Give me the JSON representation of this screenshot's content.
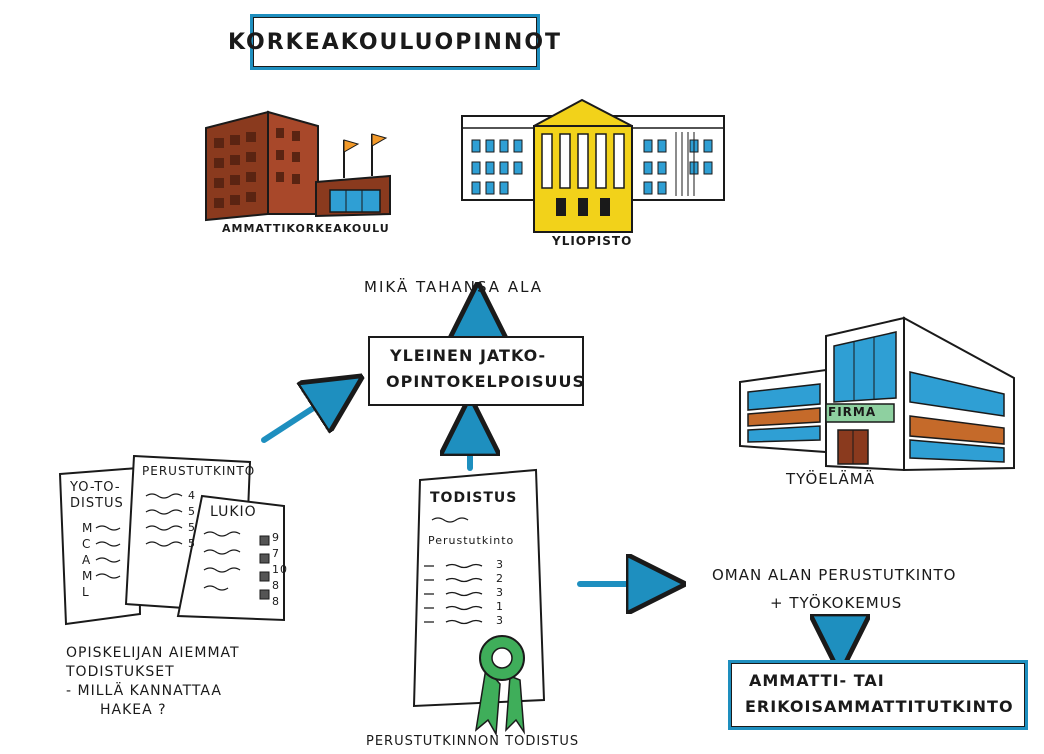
{
  "title": "KORKEAKOULUOPINNOT",
  "buildings": {
    "amk_label": "AMMATTIKORKEAKOULU",
    "uni_label": "YLIOPISTO",
    "firm_sign": "FIRMA",
    "work_label": "TYÖELÄMÄ"
  },
  "flow": {
    "any_field": "MIKÄ TAHANSA ALA",
    "eligibility_line1": "YLEINEN JATKO-",
    "eligibility_line2": "OPINTOKELPOISUUS",
    "own_field_line1": "OMAN ALAN PERUSTUTKINTO",
    "own_field_line2": "+ TYÖKOKEMUS",
    "qualification_line1": "AMMATTI-  TAI",
    "qualification_line2": "ERIKOISAMMATTITUTKINTO"
  },
  "documents": {
    "yo_title1": "YO-TO-",
    "yo_title2": "DISTUS",
    "yo_rows": [
      "M",
      "C",
      "A",
      "M",
      "L"
    ],
    "perus_title": "PERUSTUTKINTO",
    "perus_grades": [
      "4",
      "5",
      "5",
      "5"
    ],
    "lukio_title": "LUKIO",
    "lukio_grades": [
      "9",
      "7",
      "10",
      "8",
      "8"
    ],
    "caption_line1": "OPISKELIJAN AIEMMAT",
    "caption_line2": "TODISTUKSET",
    "caption_line3": "- MILLÄ KANNATTAA",
    "caption_line4": "HAKEA ?"
  },
  "certificate": {
    "title": "TODISTUS",
    "subtitle": "Perustutkinto",
    "grades": [
      "3",
      "2",
      "3",
      "1",
      "3"
    ],
    "caption": "PERUSTUTKINNON TODISTUS"
  },
  "colors": {
    "accent_blue": "#1e8fbf",
    "brick": "#8a3a1e",
    "gold": "#f2d21a",
    "green": "#3fae5a"
  }
}
